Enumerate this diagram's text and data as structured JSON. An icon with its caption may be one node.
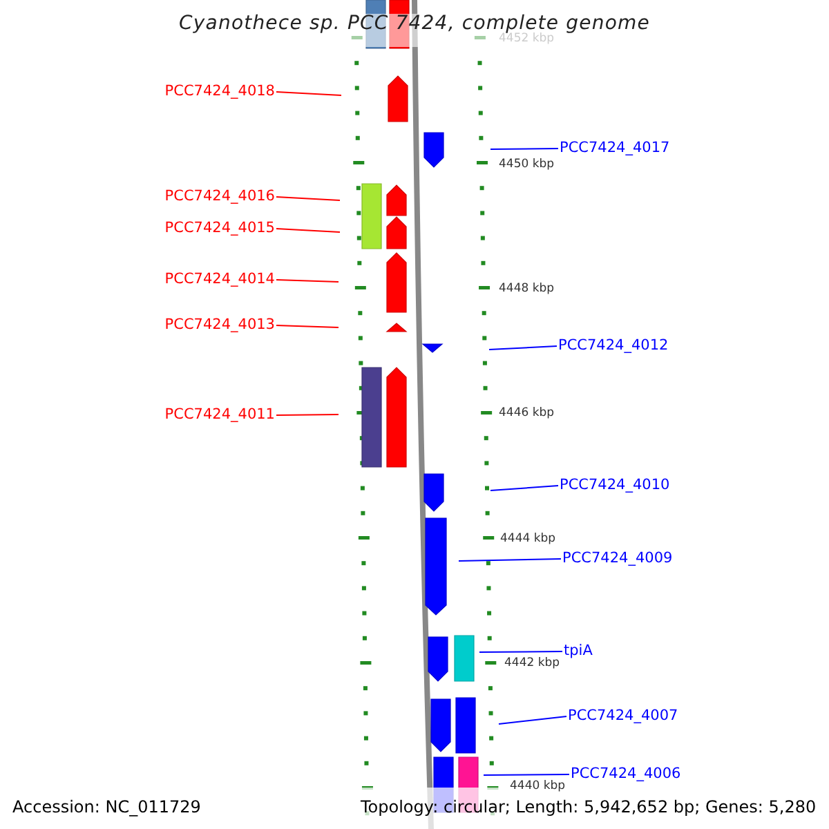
{
  "diagram": {
    "title": "Cyanothece sp. PCC 7424, complete genome",
    "nodes": [
      {
        "text": [
          "PCC7424_4018"
        ]
      },
      {
        "text": [
          "PCC7424_4017"
        ]
      },
      {
        "text": [
          "PCC7424_4016"
        ]
      },
      {
        "text": [
          "PCC7424_4015"
        ]
      },
      {
        "text": [
          "PCC7424_4014"
        ]
      },
      {
        "text": [
          "PCC7424_4013"
        ]
      },
      {
        "text": [
          "PCC7424_4012"
        ]
      },
      {
        "text": [
          "PCC7424_4011"
        ]
      },
      {
        "text": [
          "PCC7424_4010"
        ]
      },
      {
        "text": [
          "PCC7424_4009"
        ]
      },
      {
        "text": [
          "tpiA"
        ]
      },
      {
        "text": [
          "PCC7424_4007"
        ]
      },
      {
        "text": [
          "PCC7424_4006"
        ]
      }
    ],
    "edges": [
      {
        "from": 0,
        "to": null,
        "arrow": "none",
        "color": "#ff0000"
      },
      {
        "from": 1,
        "to": null,
        "arrow": "none",
        "color": "#0000ff"
      },
      {
        "from": 2,
        "to": null,
        "arrow": "none",
        "color": "#ff0000"
      },
      {
        "from": 3,
        "to": null,
        "arrow": "none",
        "color": "#ff0000"
      },
      {
        "from": 4,
        "to": null,
        "arrow": "none",
        "color": "#ff0000"
      },
      {
        "from": 5,
        "to": null,
        "arrow": "none",
        "color": "#ff0000"
      },
      {
        "from": 6,
        "to": null,
        "arrow": "none",
        "color": "#0000ff"
      },
      {
        "from": 7,
        "to": null,
        "arrow": "none",
        "color": "#ff0000"
      },
      {
        "from": 8,
        "to": null,
        "arrow": "none",
        "color": "#0000ff"
      },
      {
        "from": 9,
        "to": null,
        "arrow": "none",
        "color": "#0000ff"
      },
      {
        "from": 10,
        "to": null,
        "arrow": "none",
        "color": "#0000ff"
      },
      {
        "from": 11,
        "to": null,
        "arrow": "none",
        "color": "#0000ff"
      },
      {
        "from": 12,
        "to": null,
        "arrow": "none",
        "color": "#0000ff"
      }
    ],
    "labels": [
      "4452 kbp",
      "4450 kbp",
      "4448 kbp",
      "4446 kbp",
      "4444 kbp",
      "4442 kbp",
      "4440 kbp",
      "Accession: NC_011729",
      "Topology: circular; Length: 5,942,652 bp; Genes: 5,280"
    ]
  }
}
